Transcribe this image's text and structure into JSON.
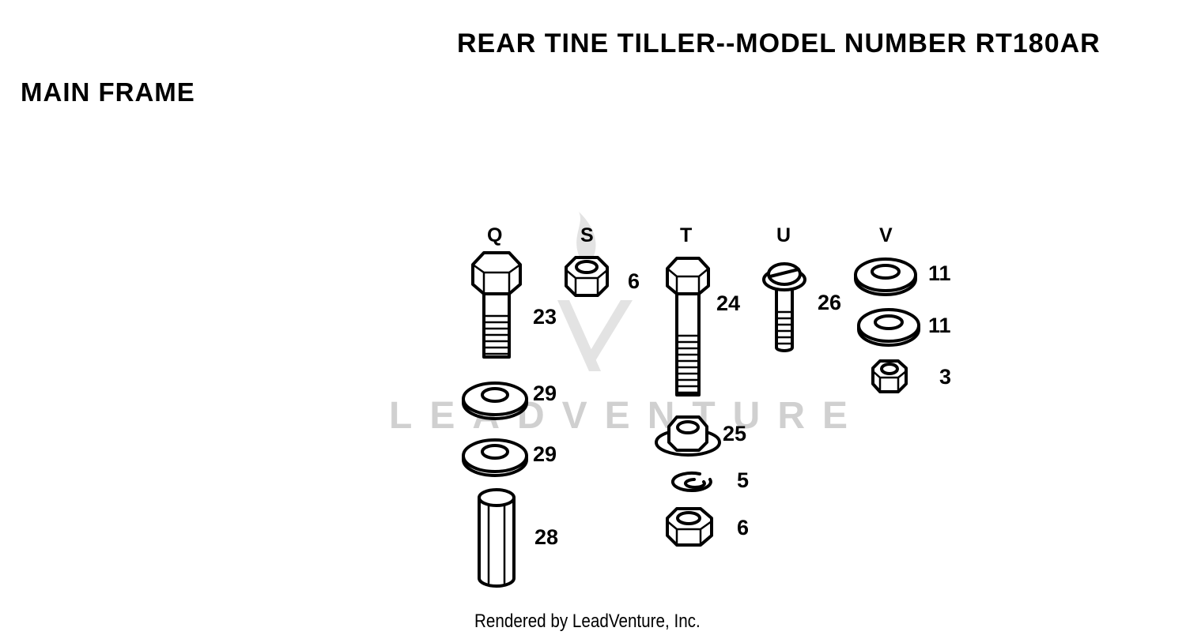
{
  "header": {
    "title": "REAR TINE TILLER--MODEL NUMBER RT180AR",
    "section": "MAIN FRAME"
  },
  "diagram": {
    "columns": [
      {
        "label": "Q",
        "parts": [
          "23",
          "29",
          "29",
          "28"
        ]
      },
      {
        "label": "S",
        "parts": [
          "6"
        ]
      },
      {
        "label": "T",
        "parts": [
          "24",
          "25",
          "5",
          "6"
        ]
      },
      {
        "label": "U",
        "parts": [
          "26"
        ]
      },
      {
        "label": "V",
        "parts": [
          "11",
          "11",
          "3"
        ]
      }
    ]
  },
  "watermark": {
    "text": "LEADVENTURE",
    "color": "#d0d0d0"
  },
  "footer": {
    "text": "Rendered by LeadVenture, Inc."
  }
}
